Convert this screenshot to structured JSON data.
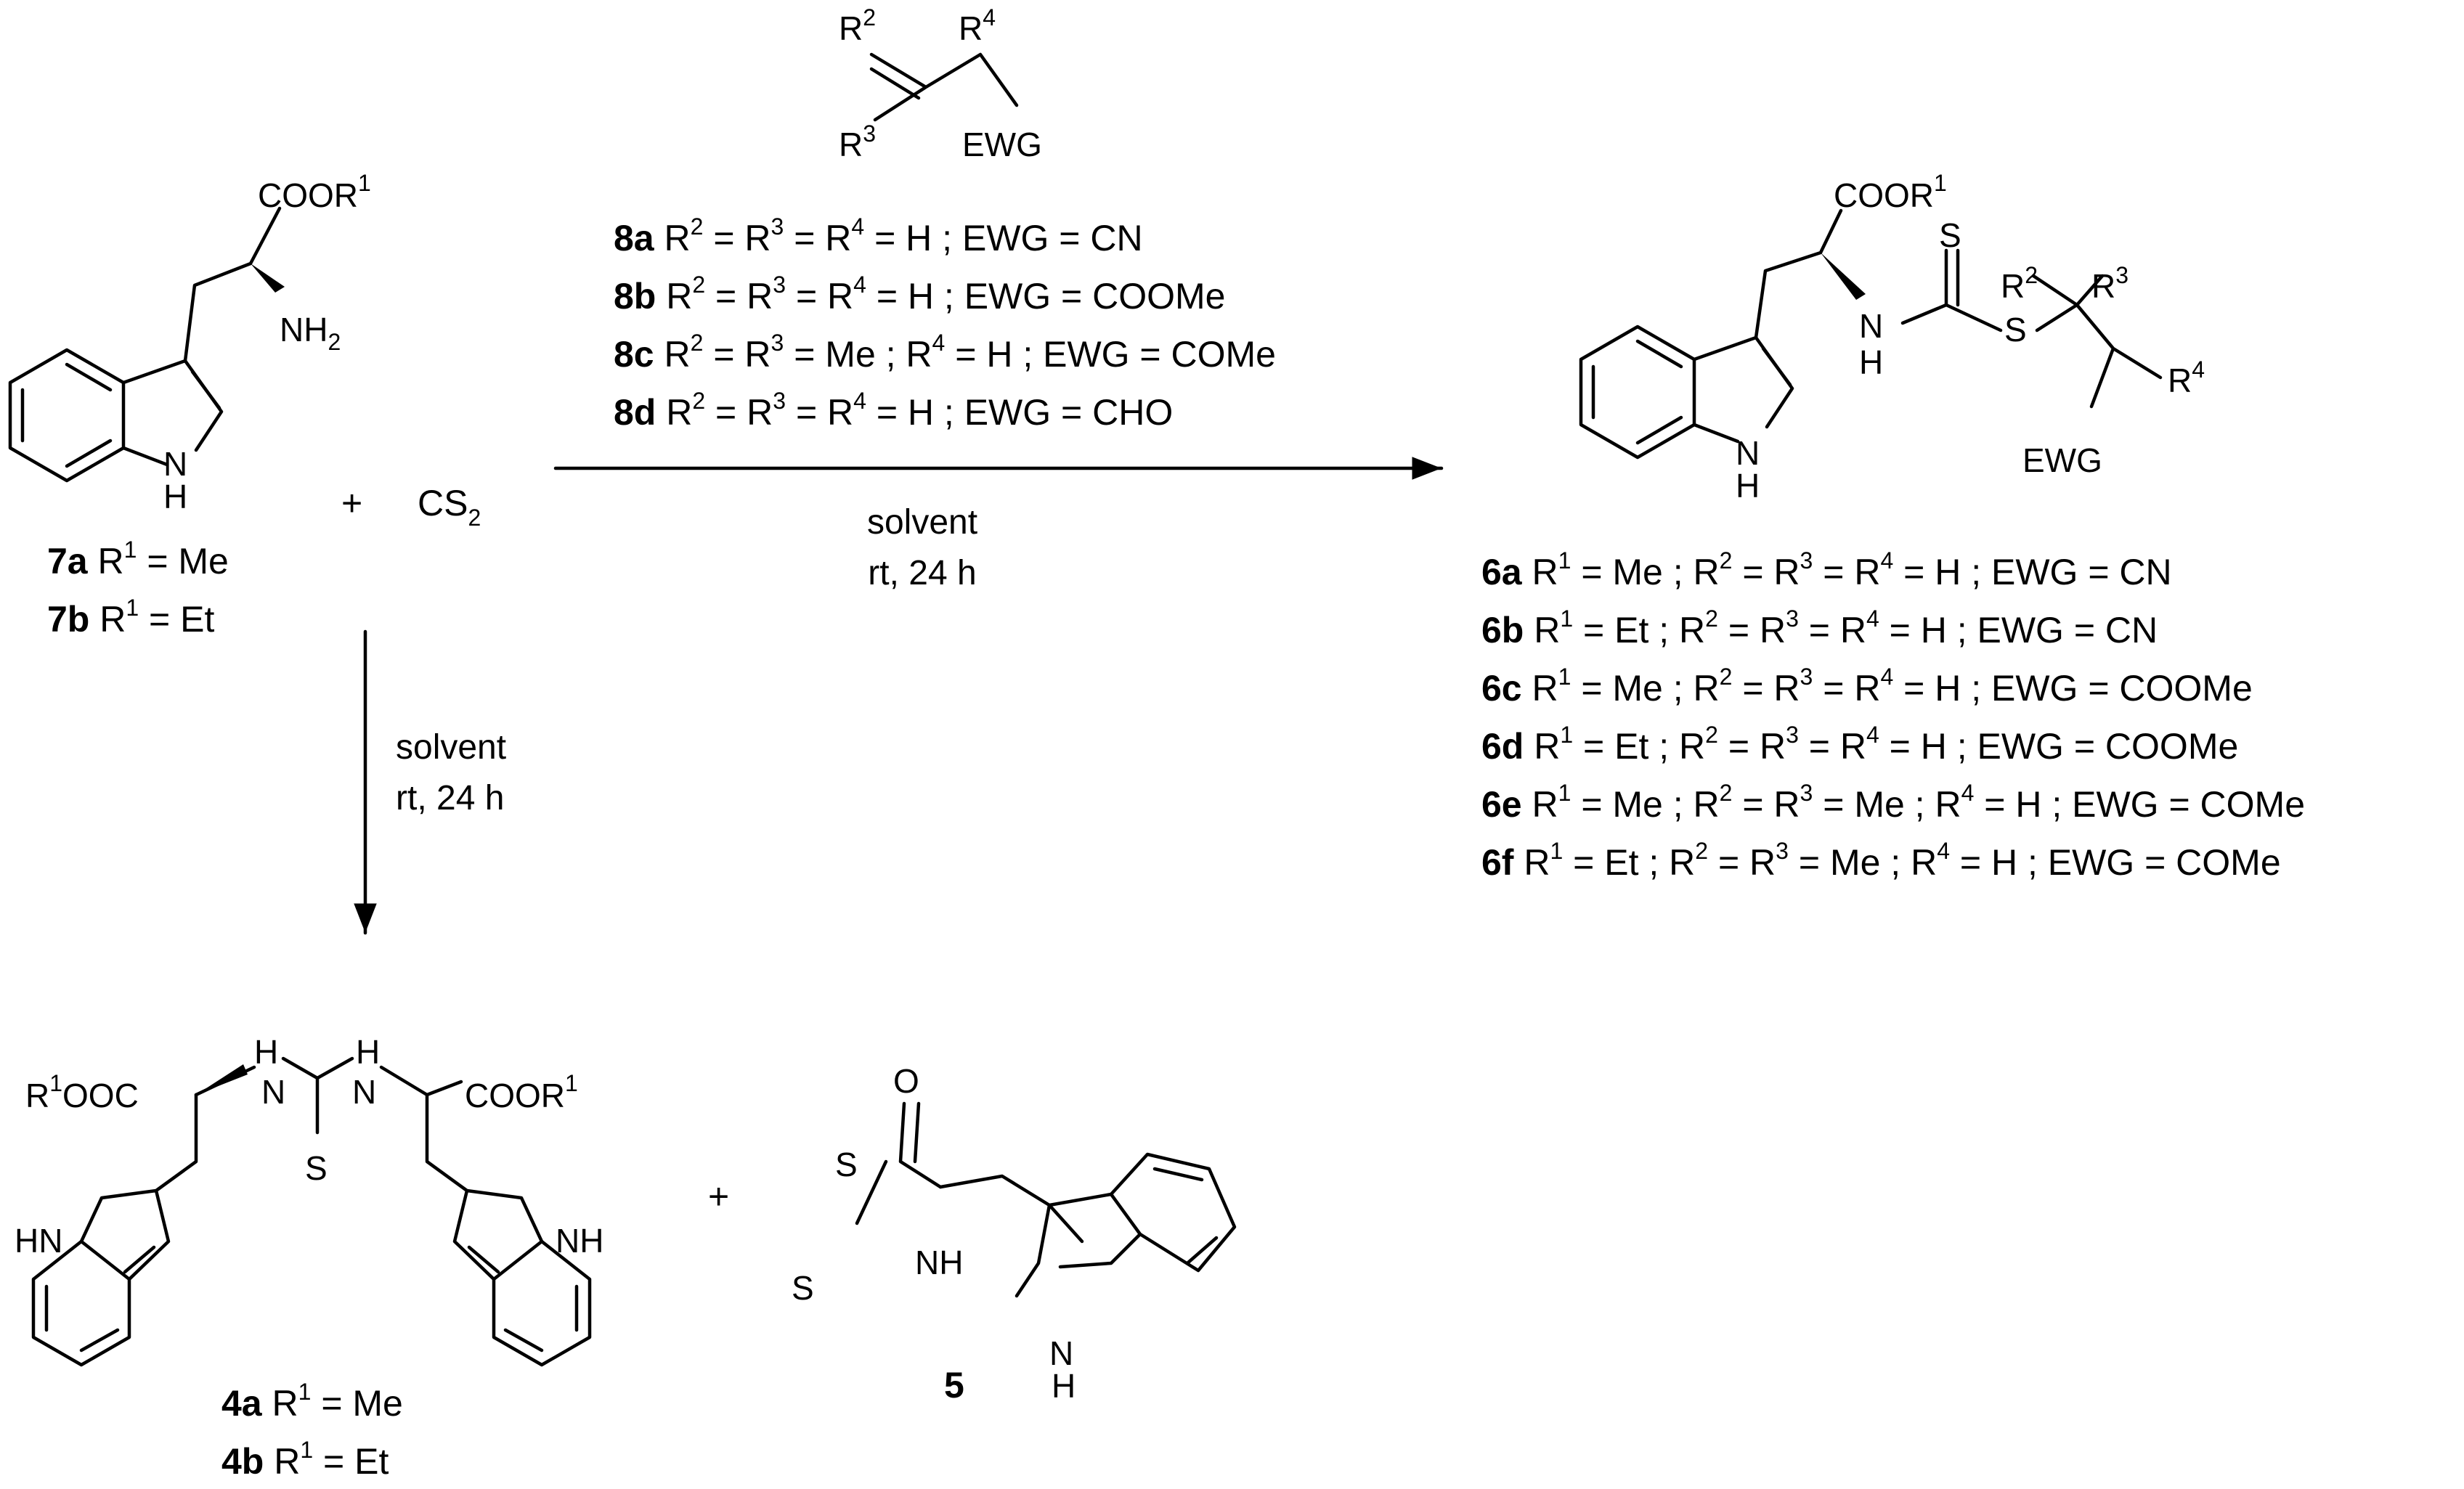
{
  "reactant_7": {
    "atoms": {
      "ester": "COOR",
      "ester_sup": "1",
      "amine": "NH",
      "amine_sub": "2",
      "nh": "H",
      "nh_n": "N"
    },
    "labels": [
      {
        "id": "7a",
        "text": " R",
        "sup": "1",
        "rest": " = Me"
      },
      {
        "id": "7b",
        "text": " R",
        "sup": "1",
        "rest": " = Et"
      }
    ]
  },
  "plus_1": "+",
  "cs2": {
    "base": "CS",
    "sub": "2"
  },
  "alkene_8": {
    "r2": "R",
    "r2_sup": "2",
    "r3": "R",
    "r3_sup": "3",
    "r4": "R",
    "r4_sup": "4",
    "ewg": "EWG",
    "defs": [
      {
        "id": "8a",
        "parts": [
          " R",
          "2",
          " = R",
          "3",
          " = R",
          "4",
          " = H ; EWG = CN"
        ]
      },
      {
        "id": "8b",
        "parts": [
          " R",
          "2",
          " = R",
          "3",
          " = R",
          "4",
          " = H ; EWG = COOMe"
        ]
      },
      {
        "id": "8c",
        "parts": [
          " R",
          "2",
          " = R",
          "3",
          " = Me ; R",
          "4",
          " = H ; EWG = COMe"
        ]
      },
      {
        "id": "8d",
        "parts": [
          " R",
          "2",
          " = R",
          "3",
          " = R",
          "4",
          " = H ; EWG = CHO"
        ]
      }
    ]
  },
  "arrow_right_conditions": {
    "line1": "solvent",
    "line2": "rt, 24 h"
  },
  "arrow_down_conditions": {
    "line1": "solvent",
    "line2": "rt, 24 h"
  },
  "product_6": {
    "atoms": {
      "ester": "COOR",
      "ester_sup": "1",
      "nh_top": "N",
      "nh_h": "H",
      "thione_s": "S",
      "thio_s": "S",
      "r2": "R",
      "r2_sup": "2",
      "r3": "R",
      "r3_sup": "3",
      "r4": "R",
      "r4_sup": "4",
      "ewg": "EWG",
      "indole_n": "N",
      "indole_h": "H"
    },
    "labels": [
      {
        "id": "6a",
        "parts": [
          " R",
          "1",
          " = Me ; R",
          "2",
          " = R",
          "3",
          " = R",
          "4",
          " = H ; EWG = CN"
        ]
      },
      {
        "id": "6b",
        "parts": [
          " R",
          "1",
          " = Et ; R",
          "2",
          " = R",
          "3",
          " = R",
          "4",
          " = H ; EWG = CN"
        ]
      },
      {
        "id": "6c",
        "parts": [
          " R",
          "1",
          " = Me ; R",
          "2",
          " = R",
          "3",
          " = R",
          "4",
          " = H ; EWG = COOMe"
        ]
      },
      {
        "id": "6d",
        "parts": [
          " R",
          "1",
          " = Et ; R",
          "2",
          " = R",
          "3",
          " = R",
          "4",
          " = H ; EWG = COOMe"
        ]
      },
      {
        "id": "6e",
        "parts": [
          " R",
          "1",
          " = Me ; R",
          "2",
          " = R",
          "3",
          " = Me ; R",
          "4",
          " = H ; EWG = COMe"
        ]
      },
      {
        "id": "6f",
        "parts": [
          " R",
          "1",
          " = Et ; R",
          "2",
          " = R",
          "3",
          " = Me ; R",
          "4",
          " = H ; EWG = COMe"
        ]
      }
    ]
  },
  "product_4": {
    "atoms": {
      "left_ester": "OOC",
      "left_r": "R",
      "left_sup": "1",
      "right_ester": "COOR",
      "right_sup": "1",
      "n": "N",
      "h": "H",
      "s": "S",
      "hn": "HN",
      "nh": "NH"
    },
    "labels": [
      {
        "id": "4a",
        "text": " R",
        "sup": "1",
        "rest": " = Me"
      },
      {
        "id": "4b",
        "text": " R",
        "sup": "1",
        "rest": " = Et"
      }
    ]
  },
  "plus_2": "+",
  "product_5": {
    "atoms": {
      "o": "O",
      "s_ring": "S",
      "s_exo": "S",
      "nh": "NH",
      "n": "N",
      "h": "H"
    },
    "label": "5"
  }
}
